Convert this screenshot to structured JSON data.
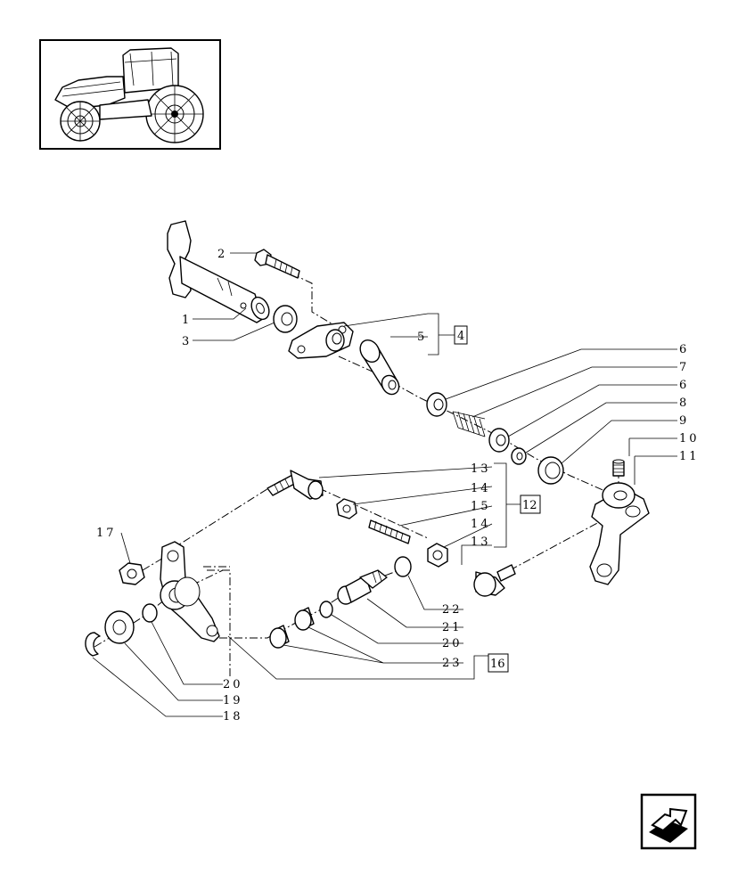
{
  "thumbnail": {
    "icon": "tractor-icon"
  },
  "labels": {
    "p1": "1",
    "p2": "2",
    "p3": "3",
    "p5": "5",
    "p6a": "6",
    "p7": "7",
    "p6b": "6",
    "p8": "8",
    "p9": "9",
    "p10": "10",
    "p11": "11",
    "p13a": "13",
    "p14a": "14",
    "p15": "15",
    "p14b": "14",
    "p13b": "13",
    "p17": "17",
    "p18": "18",
    "p19": "19",
    "p20a": "20",
    "p20b": "20",
    "p21": "21",
    "p22": "22",
    "p23": "23"
  },
  "ref_boxes": {
    "r4": "4",
    "r12": "12",
    "r16": "16"
  },
  "nav": {
    "icon": "next-page-arrow-icon"
  }
}
